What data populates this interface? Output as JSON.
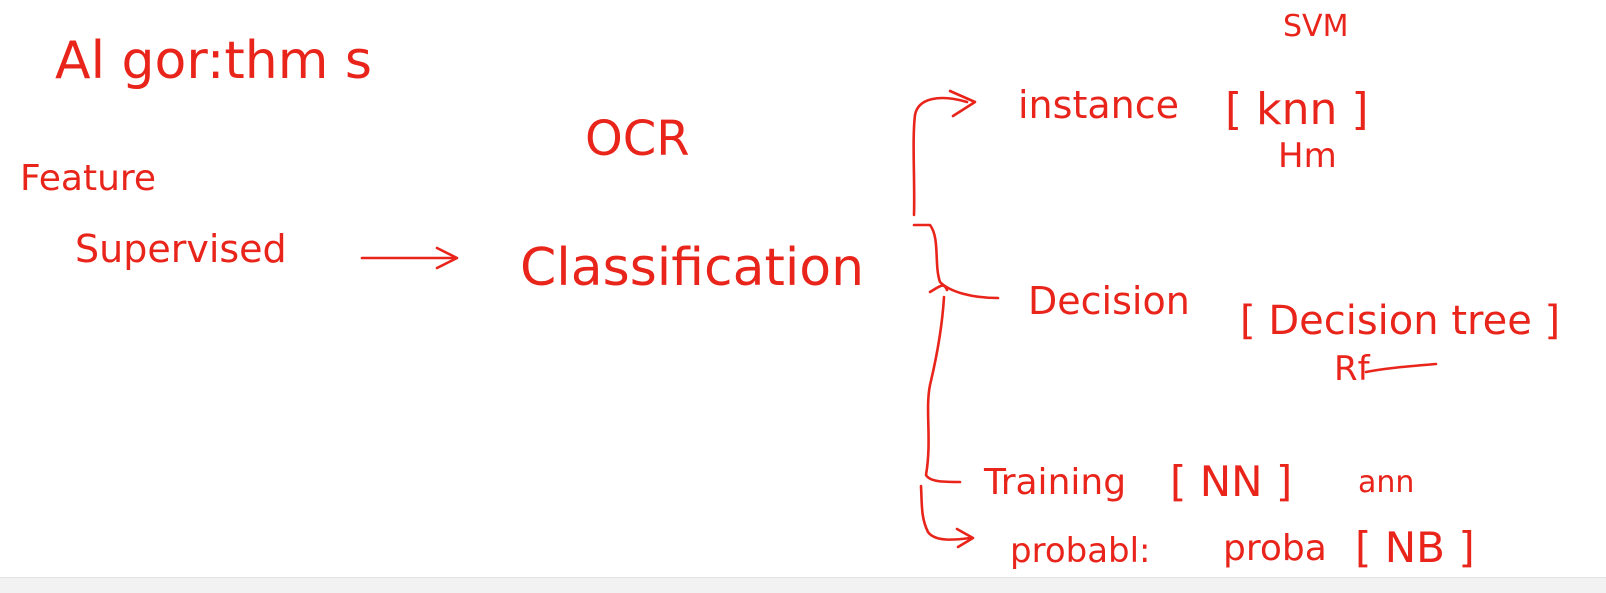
{
  "ink_color": "#e8241b",
  "labels": {
    "algorithms": "Al gor:thm s",
    "feature": "Feature",
    "supervised": "Supervised",
    "ocr": "OCR",
    "classification": "Classification",
    "svm": "SVM",
    "instance": "instance",
    "instance_bracket": "[ knn ]",
    "hm": "Hm",
    "decision": "Decision",
    "decision_bracket": "[ Decision tree ]",
    "rf": "Rf",
    "training": "Training",
    "training_bracket": "[ NN ]",
    "training_extra": "ann",
    "probability": "probabl:",
    "probability_short": "proba",
    "probability_bracket": "[ NB ]"
  }
}
